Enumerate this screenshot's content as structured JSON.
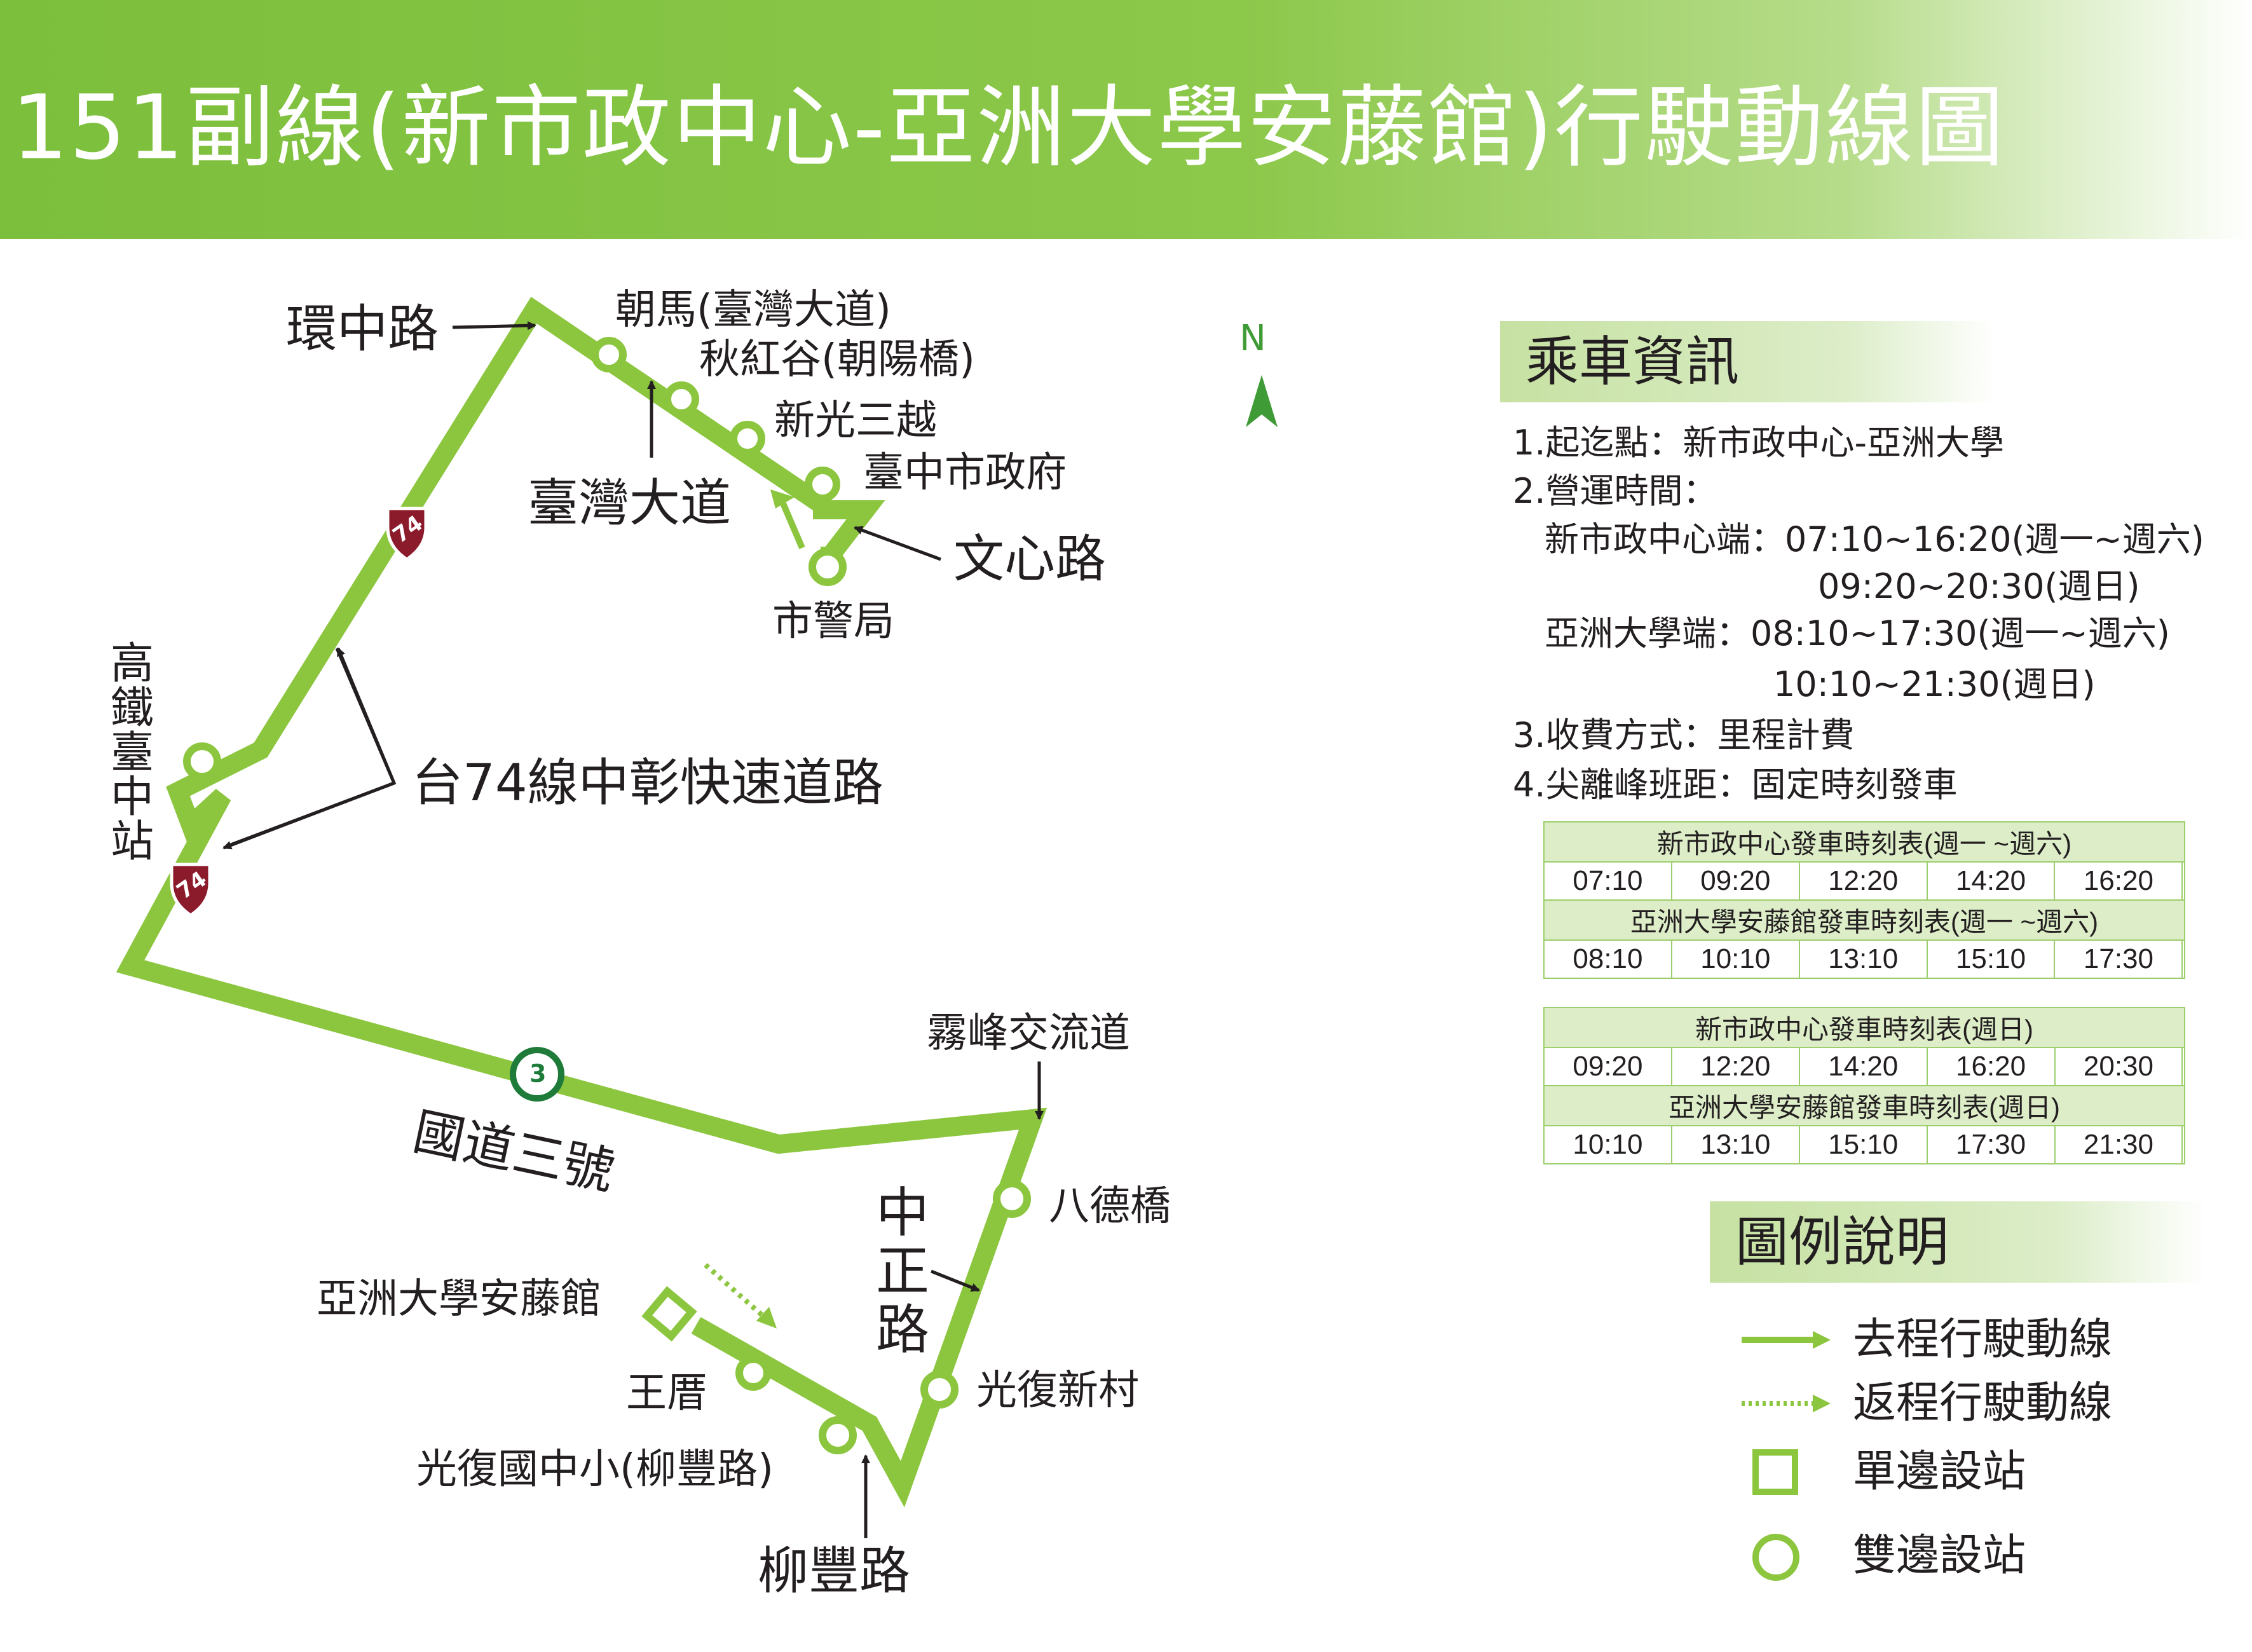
{
  "title": "151副線(新市政中心-亞洲大學安藤館)行駛動線圖",
  "north_label": "N",
  "colors": {
    "route": "#8cc63f",
    "header": "#7cbf3c",
    "shield_74": "#8b1a2b",
    "shield_3": "#1e7b3a"
  },
  "map_labels": {
    "huanzhong_rd": "環中路",
    "chaoma": "朝馬(臺灣大道)",
    "qiuhonggu": "秋紅谷(朝陽橋)",
    "shinkong": "新光三越",
    "city_hall": "臺中市政府",
    "taiwan_blvd": "臺灣大道",
    "wenxin_rd": "文心路",
    "police_bureau": "市警局",
    "hsr_station": "高鐵臺中站",
    "hwy74": "台74線中彰快速道路",
    "shield_74_text": "74",
    "shield_3_text": "3",
    "freeway3": "國道三號",
    "wufeng_ic": "霧峰交流道",
    "bade_bridge": "八德橋",
    "zhongzheng_rd": "中正路",
    "asia_univ": "亞洲大學安藤館",
    "wangcuo": "王厝",
    "guangfu_village": "光復新村",
    "guangfu_school": "光復國中小(柳豐路)",
    "liufeng_rd": "柳豐路"
  },
  "ride_info": {
    "heading": "乘車資訊",
    "lines": [
      "1.起迄點：新市政中心-亞洲大學",
      "2.營運時間：",
      "新市政中心端：07:10~16:20(週一~週六)",
      "09:20~20:30(週日)",
      "亞洲大學端：08:10~17:30(週一~週六)",
      "10:10~21:30(週日)",
      "3.收費方式：里程計費",
      "4.尖離峰班距：固定時刻發車"
    ]
  },
  "timetables": [
    {
      "title": "新市政中心發車時刻表(週一 ~週六)",
      "times": [
        "07:10",
        "09:20",
        "12:20",
        "14:20",
        "16:20",
        ""
      ]
    },
    {
      "title": "亞洲大學安藤館發車時刻表(週一 ~週六)",
      "times": [
        "08:10",
        "10:10",
        "13:10",
        "15:10",
        "17:30",
        ""
      ]
    },
    {
      "title": "新市政中心發車時刻表(週日)",
      "times": [
        "09:20",
        "12:20",
        "14:20",
        "16:20",
        "20:30",
        ""
      ]
    },
    {
      "title": "亞洲大學安藤館發車時刻表(週日)",
      "times": [
        "10:10",
        "13:10",
        "15:10",
        "17:30",
        "21:30",
        ""
      ]
    }
  ],
  "legend": {
    "heading": "圖例說明",
    "outbound": "去程行駛動線",
    "return": "返程行駛動線",
    "one_side_stop": "單邊設站",
    "both_side_stop": "雙邊設站"
  }
}
